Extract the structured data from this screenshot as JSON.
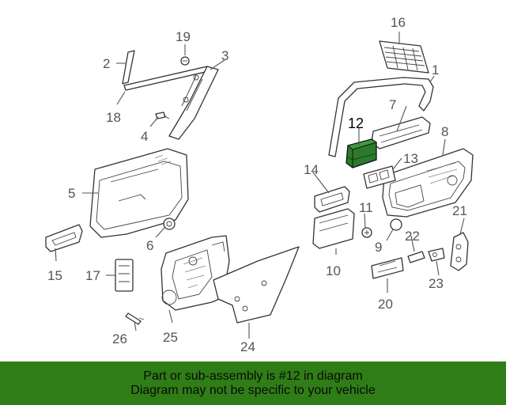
{
  "callouts": [
    "1",
    "2",
    "3",
    "4",
    "5",
    "6",
    "7",
    "8",
    "9",
    "10",
    "11",
    "12",
    "13",
    "14",
    "15",
    "16",
    "17",
    "18",
    "19",
    "20",
    "21",
    "22",
    "23",
    "24",
    "25",
    "26"
  ],
  "highlighted_part": "12",
  "highlight_color": "#2c7a2c",
  "banner": {
    "line1": "Part or sub-assembly is #12 in diagram",
    "line2": "Diagram may not be specific to your vehicle",
    "color": "#2f7d16"
  }
}
